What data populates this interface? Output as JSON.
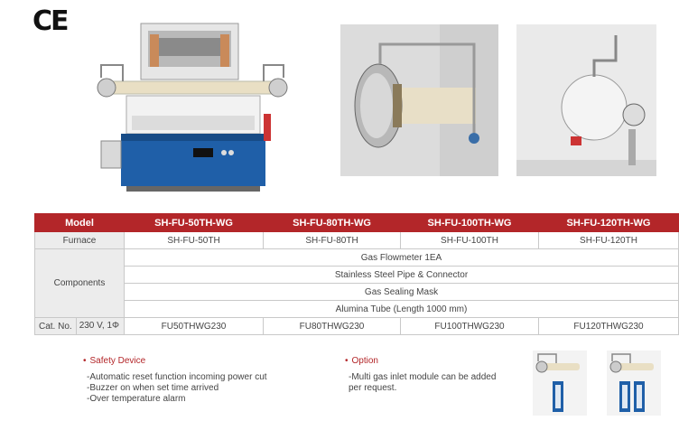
{
  "ce_mark": "CE",
  "table": {
    "header": {
      "model_label": "Model",
      "models": [
        "SH-FU-50TH-WG",
        "SH-FU-80TH-WG",
        "SH-FU-100TH-WG",
        "SH-FU-120TH-WG"
      ]
    },
    "furnace": {
      "label": "Furnace",
      "values": [
        "SH-FU-50TH",
        "SH-FU-80TH",
        "SH-FU-100TH",
        "SH-FU-120TH"
      ]
    },
    "components": {
      "label": "Components",
      "items": [
        "Gas Flowmeter 1EA",
        "Stainless Steel Pipe & Connector",
        "Gas Sealing Mask",
        "Alumina Tube (Length 1000 mm)"
      ]
    },
    "catno": {
      "label": "Cat. No.",
      "voltage": "230 V, 1Φ",
      "values": [
        "FU50THWG230",
        "FU80THWG230",
        "FU100THWG230",
        "FU120THWG230"
      ]
    }
  },
  "safety": {
    "title": "Safety Device",
    "lines": [
      "-Automatic reset function incoming power cut",
      "-Buzzer on when set time arrived",
      "-Over temperature alarm"
    ]
  },
  "option": {
    "title": "Option",
    "lines": [
      "-Multi gas inlet module can be added",
      "per request."
    ]
  },
  "colors": {
    "accent": "#b32629",
    "furnace_blue": "#1f5fa8"
  }
}
